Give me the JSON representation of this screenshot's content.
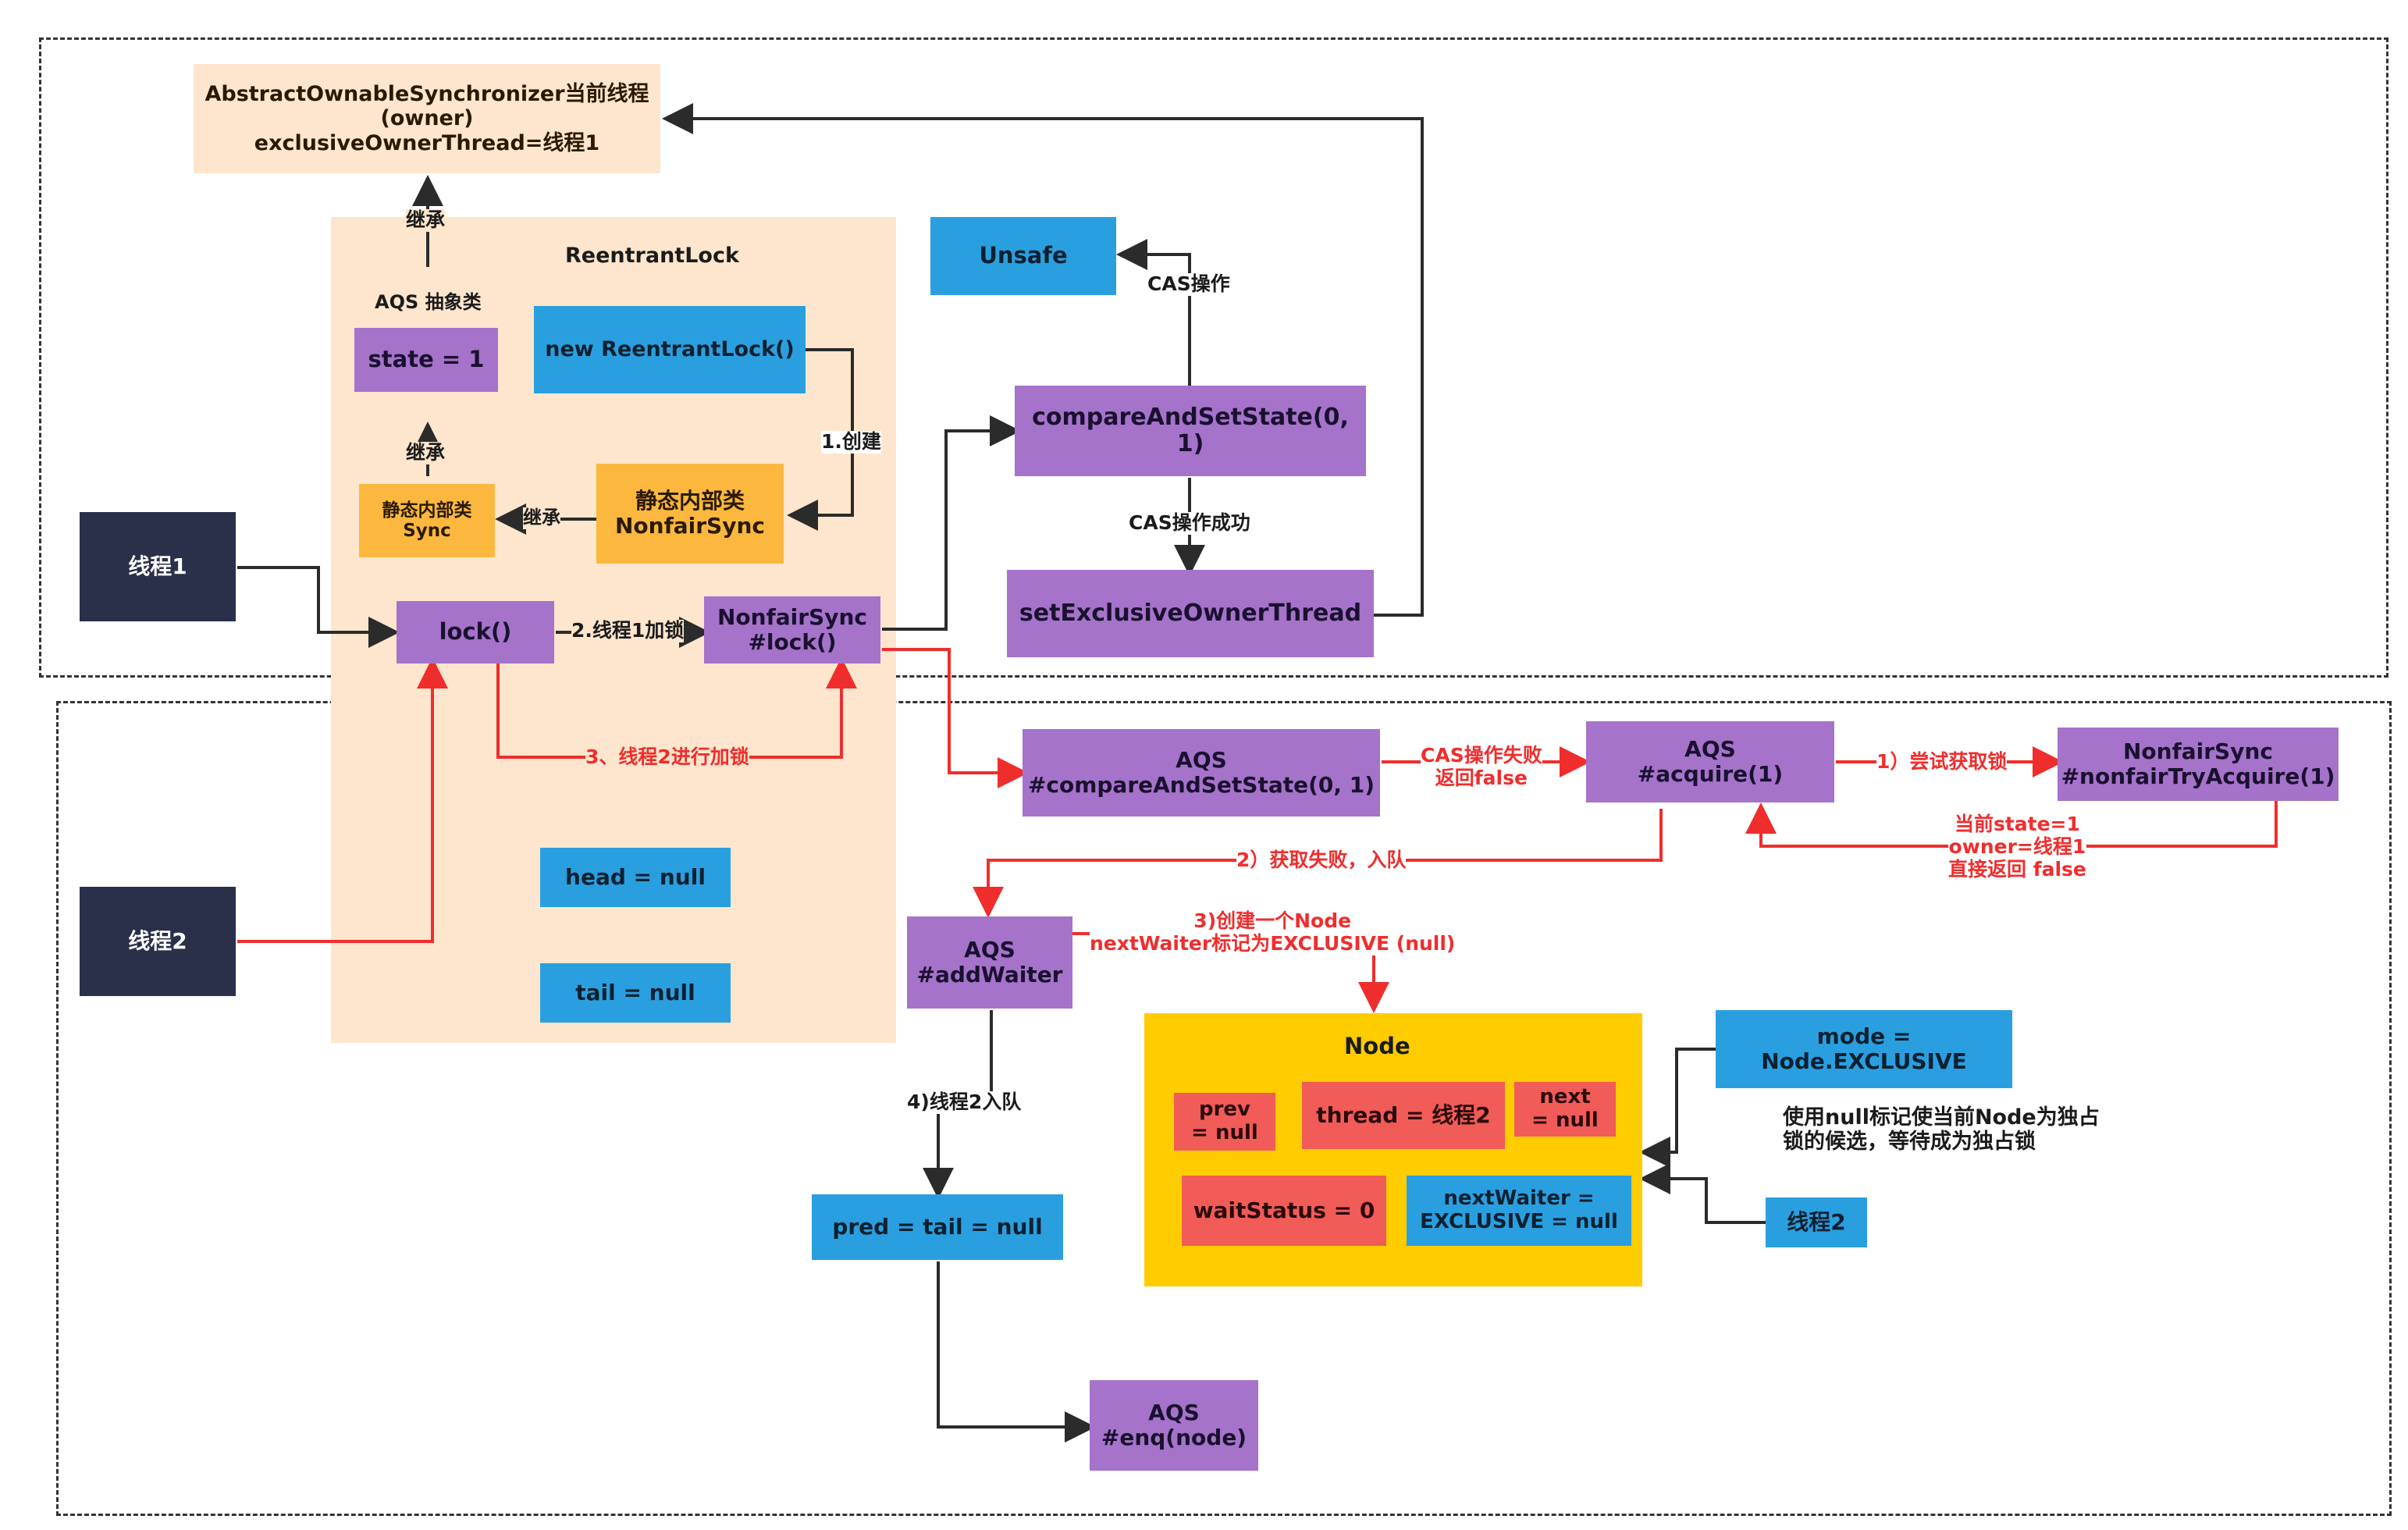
{
  "nodes": {
    "aos_owner": "AbstractOwnableSynchronizer当前线程\n(owner)\nexclusiveOwnerThread=线程1",
    "reentrantlock_title": "ReentrantLock",
    "aqs_abstract": "AQS 抽象类",
    "state": "state = 1",
    "new_reentrantlock": "new ReentrantLock()",
    "sync": "静态内部类\nSync",
    "nonfairsync": "静态内部类\nNonfairSync",
    "thread1": "线程1",
    "thread2": "线程2",
    "lock": "lock()",
    "nonfairsync_lock": "NonfairSync\n#lock()",
    "head": "head = null",
    "tail": "tail = null",
    "unsafe": "Unsafe",
    "compare_and_set": "compareAndSetState(0, 1)",
    "set_exclusive": "setExclusiveOwnerThread",
    "aqs_compare": "AQS\n#compareAndSetState(0, 1)",
    "aqs_acquire": "AQS\n#acquire(1)",
    "nonfair_try_acquire": "NonfairSync\n#nonfairTryAcquire(1)",
    "aqs_addwaiter": "AQS\n#addWaiter",
    "pred": "pred = tail = null",
    "aqs_enq": "AQS\n#enq(node)",
    "node_title": "Node",
    "node_prev": "prev\n= null",
    "node_thread": "thread = 线程2",
    "node_next": "next\n= null",
    "node_waitstatus": "waitStatus = 0",
    "node_nextwaiter": "nextWaiter =\nEXCLUSIVE = null",
    "mode": "mode =\nNode.EXCLUSIVE",
    "thread2_small": "线程2"
  },
  "labels": {
    "inherit1": "继承",
    "inherit2": "继承",
    "inherit3": "继承",
    "create": "1.创建",
    "lock_thread1": "2.线程1加锁",
    "cas_op": "CAS操作",
    "cas_success": "CAS操作成功",
    "thread2_lock": "3、线程2进行加锁",
    "cas_fail": "CAS操作失败\n返回false",
    "try_acquire": "1）尝试获取锁",
    "current_state": "当前state=1\nowner=线程1\n直接返回 false",
    "acquire_fail": "2）获取失败，入队",
    "create_node": "3)创建一个Node\nnextWaiter标记为EXCLUSIVE (null)",
    "enqueue": "4)线程2入队",
    "null_note": "使用null标记使当前Node为独占\n锁的候选，等待成为独占锁"
  }
}
